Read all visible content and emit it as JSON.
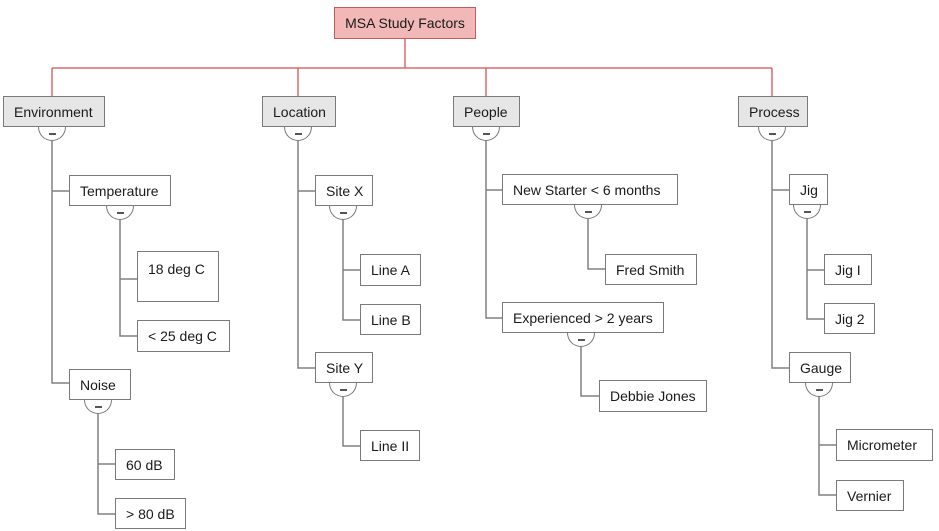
{
  "root": {
    "label": "MSA Study Factors"
  },
  "categories": [
    {
      "label": "Environment",
      "children": [
        {
          "label": "Temperature",
          "children": [
            {
              "label": "18 deg C"
            },
            {
              "label": "< 25 deg C"
            }
          ]
        },
        {
          "label": "Noise",
          "children": [
            {
              "label": "60 dB"
            },
            {
              "label": "> 80 dB"
            }
          ]
        }
      ]
    },
    {
      "label": "Location",
      "children": [
        {
          "label": "Site X",
          "children": [
            {
              "label": "Line A"
            },
            {
              "label": "Line B"
            }
          ]
        },
        {
          "label": "Site Y",
          "children": [
            {
              "label": "Line II"
            }
          ]
        }
      ]
    },
    {
      "label": "People",
      "children": [
        {
          "label": "New Starter < 6 months",
          "children": [
            {
              "label": "Fred Smith"
            }
          ]
        },
        {
          "label": "Experienced > 2 years",
          "children": [
            {
              "label": "Debbie Jones"
            }
          ]
        }
      ]
    },
    {
      "label": "Process",
      "children": [
        {
          "label": "Jig",
          "children": [
            {
              "label": "Jig I"
            },
            {
              "label": "Jig 2"
            }
          ]
        },
        {
          "label": "Gauge",
          "children": [
            {
              "label": "Micrometer"
            },
            {
              "label": "Vernier"
            }
          ]
        }
      ]
    }
  ],
  "colors": {
    "root_fill": "#f2b8b8",
    "root_border": "#c65b5b",
    "root_links": "#d86b6b",
    "category_fill": "#e6e6e6",
    "links": "#808080"
  }
}
